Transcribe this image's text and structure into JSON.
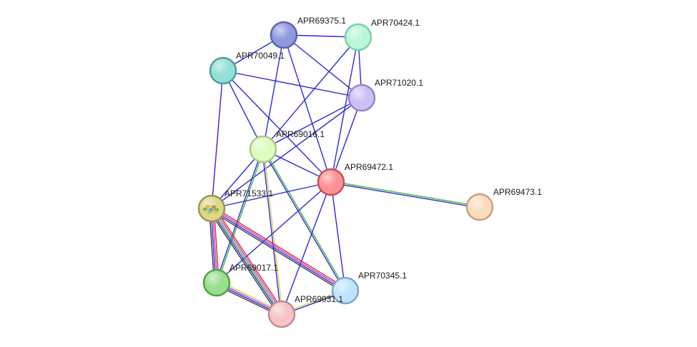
{
  "nodes": [
    {
      "id": "APR69375.1",
      "label": "APR69375.1",
      "fill": "#9099e0",
      "stroke": "#5a64b0"
    },
    {
      "id": "APR70424.1",
      "label": "APR70424.1",
      "fill": "#baf7d8",
      "stroke": "#7fcfa2"
    },
    {
      "id": "APR70049.1",
      "label": "APR70049.1",
      "fill": "#92e0d8",
      "stroke": "#4f9e98"
    },
    {
      "id": "APR71020.1",
      "label": "APR71020.1",
      "fill": "#cdbff5",
      "stroke": "#9484c6"
    },
    {
      "id": "APR69016.1",
      "label": "APR69016.1",
      "fill": "#ddfcbe",
      "stroke": "#a8c98a"
    },
    {
      "id": "APR69472.1",
      "label": "APR69472.1",
      "fill": "#fc9193",
      "stroke": "#c65052"
    },
    {
      "id": "APR69473.1",
      "label": "APR69473.1",
      "fill": "#fcdcbe",
      "stroke": "#c6a07e"
    },
    {
      "id": "APR71533.1",
      "label": "APR71533.1",
      "fill": "#dcd88a",
      "stroke": "#9d9653"
    },
    {
      "id": "APR69017.1",
      "label": "APR69017.1",
      "fill": "#99df8c",
      "stroke": "#54a04a"
    },
    {
      "id": "APR70345.1",
      "label": "APR70345.1",
      "fill": "#bfe4fc",
      "stroke": "#7aa8c8"
    },
    {
      "id": "APR69931.1",
      "label": "APR69931.1",
      "fill": "#f6c4c7",
      "stroke": "#c48a8e"
    }
  ],
  "edges": [
    {
      "source": "APR69375.1",
      "target": "APR70424.1",
      "colors": [
        "#2b2bd9"
      ]
    },
    {
      "source": "APR69375.1",
      "target": "APR70049.1",
      "colors": [
        "#2b2bd9"
      ]
    },
    {
      "source": "APR69375.1",
      "target": "APR71020.1",
      "colors": [
        "#2b2bd9"
      ]
    },
    {
      "source": "APR69375.1",
      "target": "APR69016.1",
      "colors": [
        "#2b2bd9"
      ]
    },
    {
      "source": "APR69375.1",
      "target": "APR69472.1",
      "colors": [
        "#2b2bd9"
      ]
    },
    {
      "source": "APR70424.1",
      "target": "APR71020.1",
      "colors": [
        "#2b2bd9"
      ]
    },
    {
      "source": "APR70424.1",
      "target": "APR69016.1",
      "colors": [
        "#2b2bd9"
      ]
    },
    {
      "source": "APR70424.1",
      "target": "APR69472.1",
      "colors": [
        "#2b2bd9"
      ]
    },
    {
      "source": "APR70049.1",
      "target": "APR71020.1",
      "colors": [
        "#2b2bd9"
      ]
    },
    {
      "source": "APR70049.1",
      "target": "APR69016.1",
      "colors": [
        "#2b2bd9"
      ]
    },
    {
      "source": "APR70049.1",
      "target": "APR69472.1",
      "colors": [
        "#2b2bd9"
      ]
    },
    {
      "source": "APR70049.1",
      "target": "APR71533.1",
      "colors": [
        "#2b2bd9"
      ]
    },
    {
      "source": "APR71020.1",
      "target": "APR69016.1",
      "colors": [
        "#2b2bd9"
      ]
    },
    {
      "source": "APR71020.1",
      "target": "APR69472.1",
      "colors": [
        "#2b2bd9"
      ]
    },
    {
      "source": "APR71020.1",
      "target": "APR71533.1",
      "colors": [
        "#2b2bd9"
      ]
    },
    {
      "source": "APR69016.1",
      "target": "APR69472.1",
      "colors": [
        "#2b2bd9"
      ]
    },
    {
      "source": "APR69016.1",
      "target": "APR71533.1",
      "colors": [
        "#2b2bd9"
      ]
    },
    {
      "source": "APR69016.1",
      "target": "APR69017.1",
      "colors": [
        "#3fb83f",
        "#2b2bd9"
      ]
    },
    {
      "source": "APR69016.1",
      "target": "APR69931.1",
      "colors": [
        "#c8d84a",
        "#2b2bd9"
      ]
    },
    {
      "source": "APR69016.1",
      "target": "APR70345.1",
      "colors": [
        "#3fb83f",
        "#2b2bd9"
      ]
    },
    {
      "source": "APR69472.1",
      "target": "APR69473.1",
      "colors": [
        "#3fb83f",
        "#2b2bd9"
      ]
    },
    {
      "source": "APR69472.1",
      "target": "APR71533.1",
      "colors": [
        "#2b2bd9"
      ]
    },
    {
      "source": "APR69472.1",
      "target": "APR69017.1",
      "colors": [
        "#2b2bd9"
      ]
    },
    {
      "source": "APR69472.1",
      "target": "APR69931.1",
      "colors": [
        "#2b2bd9"
      ]
    },
    {
      "source": "APR69472.1",
      "target": "APR70345.1",
      "colors": [
        "#2b2bd9"
      ]
    },
    {
      "source": "APR71533.1",
      "target": "APR69017.1",
      "colors": [
        "#e02a2a",
        "#c83ac8",
        "#2b2bd9",
        "#3a3a3a"
      ]
    },
    {
      "source": "APR71533.1",
      "target": "APR69931.1",
      "colors": [
        "#e02a2a",
        "#c83ac8",
        "#3fb83f",
        "#2b2bd9",
        "#3a3a3a"
      ]
    },
    {
      "source": "APR71533.1",
      "target": "APR70345.1",
      "colors": [
        "#e02a2a",
        "#c83ac8",
        "#2b2bd9",
        "#3a3a3a"
      ]
    },
    {
      "source": "APR69017.1",
      "target": "APR69931.1",
      "colors": [
        "#c8d84a",
        "#c83ac8",
        "#2b2bd9",
        "#3a3a3a"
      ]
    },
    {
      "source": "APR69931.1",
      "target": "APR70345.1",
      "colors": [
        "#c8d84a",
        "#2b2bd9"
      ]
    }
  ]
}
